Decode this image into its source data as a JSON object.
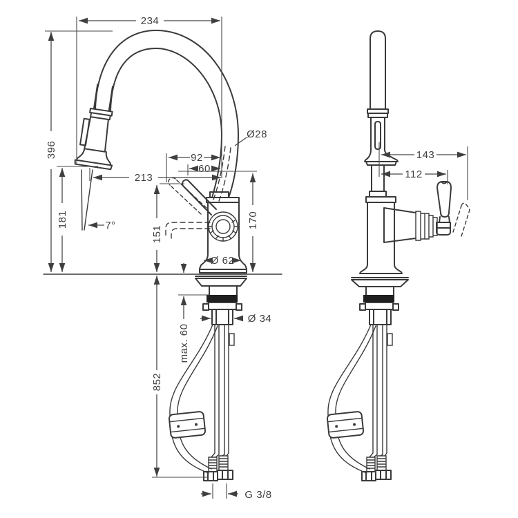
{
  "diagram": {
    "subject": "Kitchen faucet with pull-out spray - technical dimension drawing, front and side views",
    "line_color": "#3a3a3a",
    "text_color": "#3f3f3f",
    "background": "#ffffff"
  },
  "dimensions": {
    "spout_reach": "234",
    "height_above_deck": "396",
    "outlet_height": "181",
    "spray_angle": "7°",
    "pipe_diameter": "Ø28",
    "outlet_to_axis": "213",
    "handle_reach_open": "92",
    "handle_reach_closed": "60",
    "handle_top_height": "170",
    "lever_height": "151",
    "base_diameter": "Ø 62",
    "max_deck_thickness": "max. 60",
    "hole_diameter": "Ø 34",
    "hose_length": "852",
    "connection_thread": "G 3/8",
    "side_projection_open": "143",
    "side_projection_closed": "112"
  }
}
